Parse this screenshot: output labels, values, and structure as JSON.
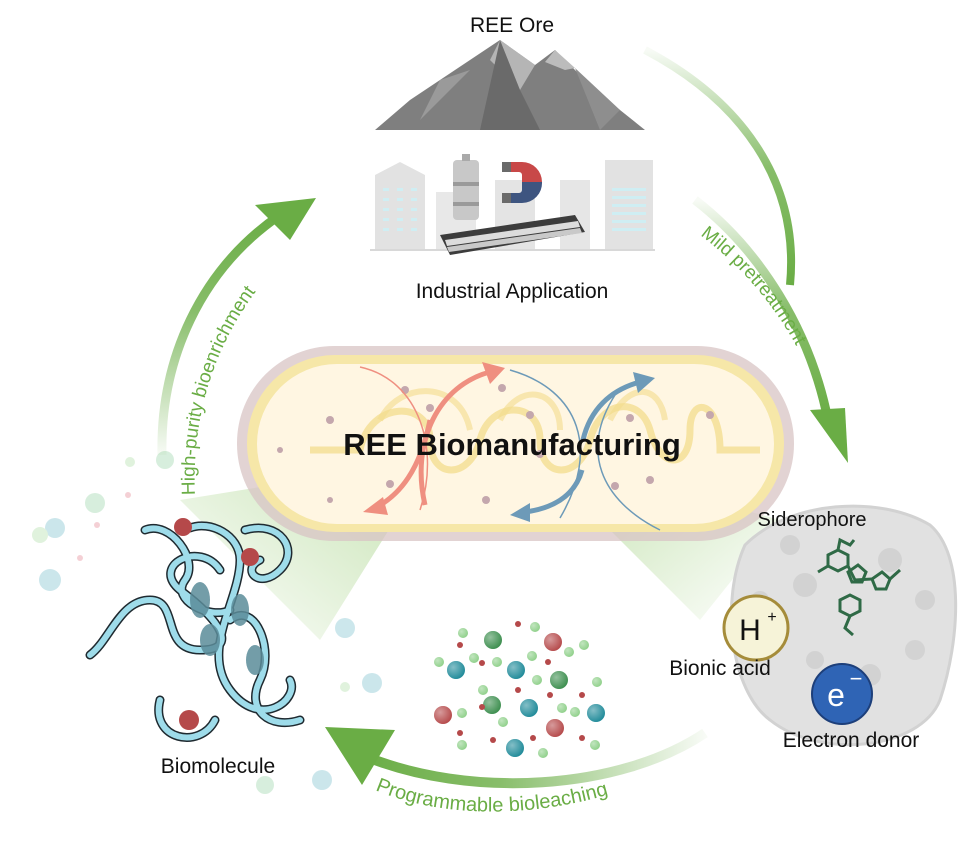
{
  "title": "REE Biomanufacturing",
  "nodes": {
    "ore": {
      "label": "REE Ore",
      "icon": "mountain-icon"
    },
    "industry": {
      "label": "Industrial Application",
      "icon": "factory-buildings-icon"
    },
    "siderophore": {
      "label": "Siderophore",
      "icon": "siderophore-molecule-icon"
    },
    "bionic_acid": {
      "label": "Bionic acid",
      "symbol": "H",
      "superscript": "+",
      "icon": "proton-icon"
    },
    "electron_donor": {
      "label": "Electron donor",
      "symbol": "e",
      "superscript": "−",
      "icon": "electron-icon"
    },
    "biomolecule": {
      "label": "Biomolecule",
      "icon": "protein-ribbon-icon"
    },
    "ions": {
      "icon": "metal-ions-cluster-icon"
    }
  },
  "arrows": {
    "mild_pretreatment": "Mild pretreatment",
    "programmable_bioleaching": "Programmable bioleaching",
    "high_purity_bioenrichment": "High-purity bioenrichment"
  },
  "colors": {
    "arrow_green": "#6aad45",
    "cell_fill": "#fff5dc",
    "cell_border": "#c9aeae",
    "cycle_red": "#ef8f80",
    "cycle_blue": "#6d9ab8",
    "ion_red": "#b5494a",
    "ion_teal": "#1f8a99",
    "ion_green": "#3c8e4e",
    "ion_lightgreen": "#8fd08a",
    "electron_blue": "#2f64b5",
    "proton_fill": "#f6f3d8",
    "proton_border": "#a58c3a",
    "protein": "#9edcea"
  }
}
